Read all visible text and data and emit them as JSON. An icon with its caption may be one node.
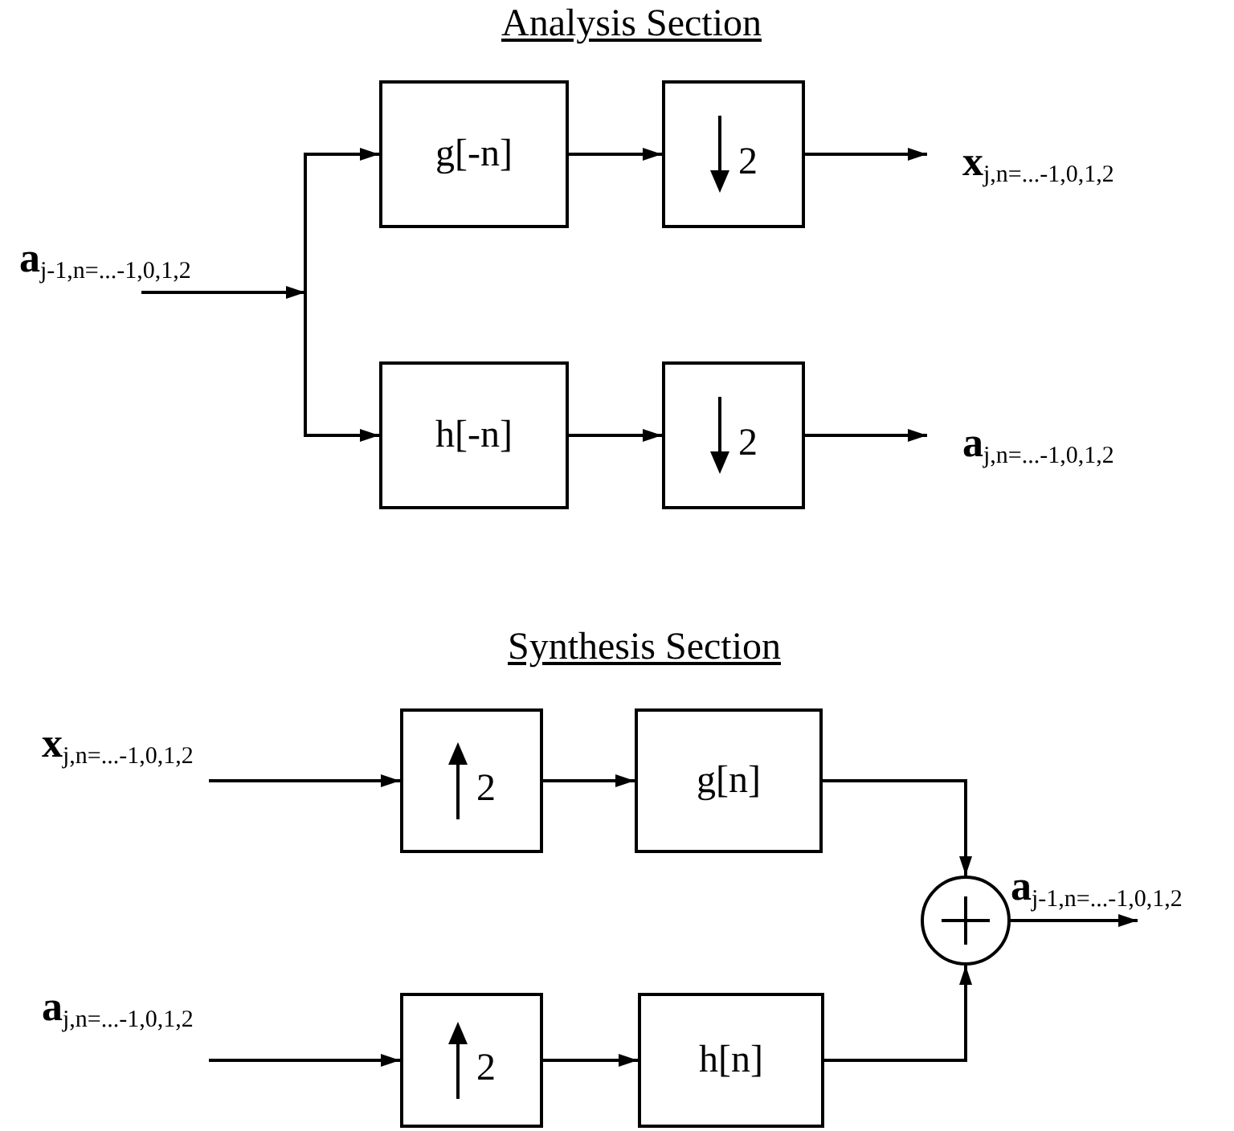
{
  "diagram": {
    "nodes": [
      {
        "text": [
          "**a**$_{j-1,n=...-1,0,1,2}$"
        ]
      },
      {
        "text": [
          "g[-n]"
        ]
      },
      {
        "text": [
          "2"
        ]
      },
      {
        "text": [
          "h[-n]"
        ]
      },
      {
        "text": [
          "2"
        ]
      },
      {
        "text": [
          "**x**$_{j,n=...-1,0,1,2}$"
        ]
      },
      {
        "text": [
          "**a**$_{j,n=...-1,0,1,2}$"
        ]
      },
      {
        "text": [
          "**x**$_{j,n=...-1,0,1,2}$"
        ]
      },
      {
        "text": [
          "**a**$_{j,n=...-1,0,1,2}$"
        ]
      },
      {
        "text": [
          "2"
        ]
      },
      {
        "text": [
          "g[n]"
        ]
      },
      {
        "text": [
          "2"
        ]
      },
      {
        "text": [
          "h[n]"
        ]
      },
      {
        "text": [],
        "shape": "circle"
      },
      {
        "text": [
          "**a**$_{j-1,n=...-1,0,1,2}$"
        ]
      }
    ],
    "edges": [
      {
        "from": 0,
        "to": 1,
        "arrow": "to"
      },
      {
        "from": 0,
        "to": 3,
        "arrow": "to"
      },
      {
        "from": 1,
        "to": 2,
        "arrow": "to"
      },
      {
        "from": 3,
        "to": 4,
        "arrow": "to"
      },
      {
        "from": 2,
        "to": 5,
        "arrow": "to"
      },
      {
        "from": 4,
        "to": 6,
        "arrow": "to"
      },
      {
        "from": 7,
        "to": 9,
        "arrow": "to"
      },
      {
        "from": 9,
        "to": 10,
        "arrow": "to"
      },
      {
        "from": 8,
        "to": 11,
        "arrow": "to"
      },
      {
        "from": 11,
        "to": 12,
        "arrow": "to"
      },
      {
        "from": 10,
        "to": 13,
        "arrow": "to"
      },
      {
        "from": 12,
        "to": 13,
        "arrow": "to"
      },
      {
        "from": 13,
        "to": 14,
        "arrow": "to"
      }
    ],
    "labels": [
      "Analysis Section",
      "Synthesis Section"
    ]
  }
}
